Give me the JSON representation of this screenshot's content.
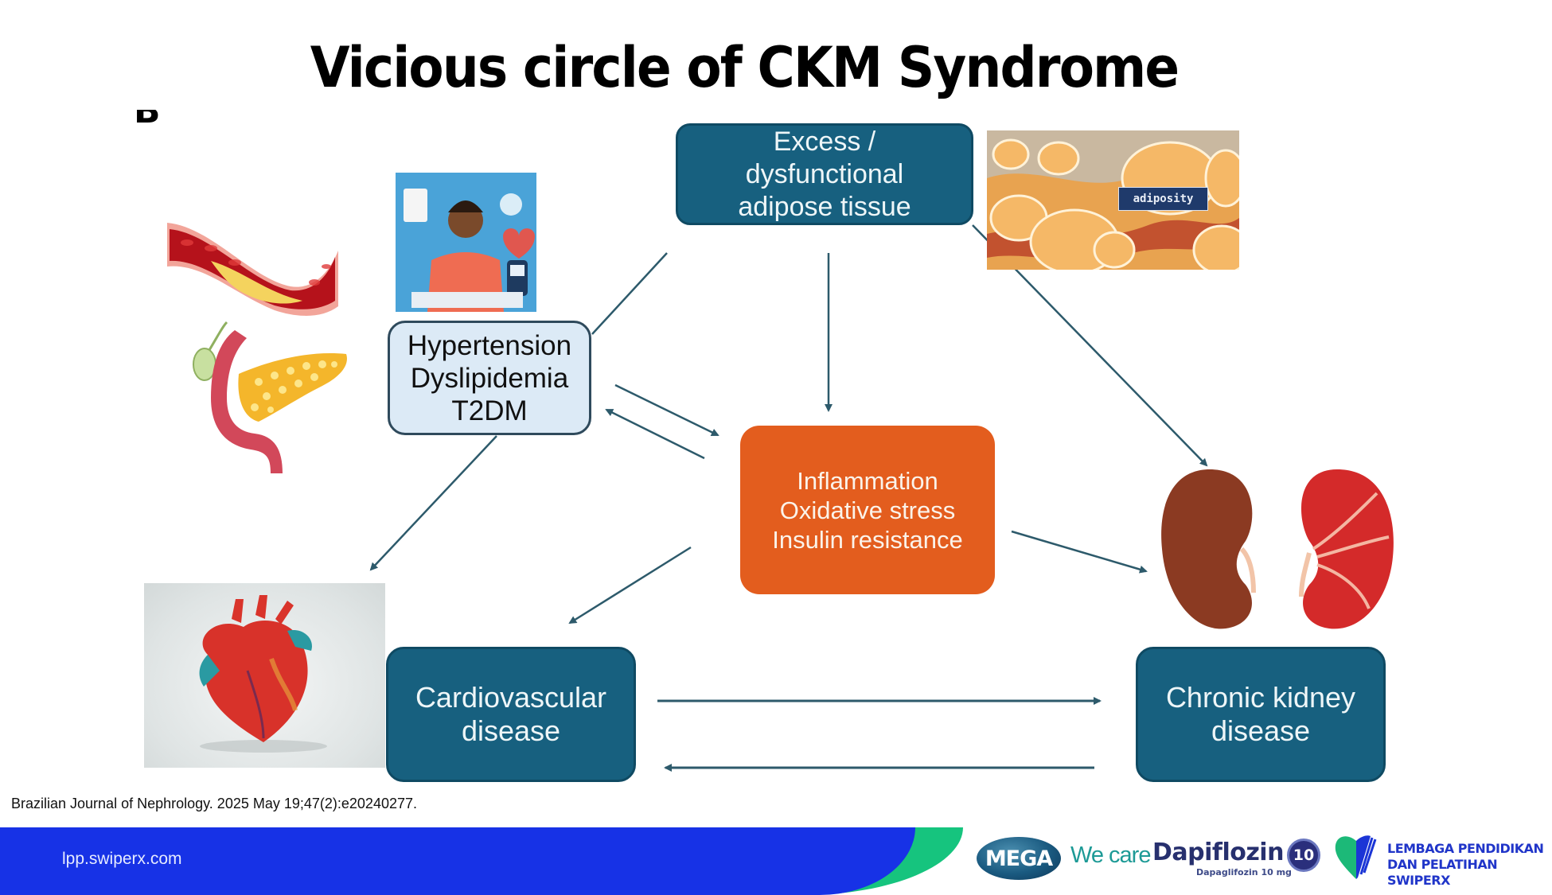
{
  "slide": {
    "title": "Vicious circle of CKM Syndrome",
    "figure_label": "B"
  },
  "diagram": {
    "nodes": {
      "adipose": {
        "lines": [
          "Excess /",
          "dysfunctional",
          "adipose tissue"
        ],
        "color": "#17607f"
      },
      "risk_factors": {
        "lines": [
          "Hypertension",
          "Dyslipidemia",
          "T2DM"
        ],
        "color": "#dceaf6"
      },
      "inflammation": {
        "lines": [
          "Inflammation",
          "Oxidative stress",
          "Insulin resistance"
        ],
        "color": "#e35d1e"
      },
      "cvd": {
        "lines": [
          "Cardiovascular",
          "disease"
        ],
        "color": "#17607f"
      },
      "ckd": {
        "lines": [
          "Chronic kidney",
          "disease"
        ],
        "color": "#17607f"
      }
    },
    "edges": [
      {
        "from": "adipose",
        "to": "risk_factors",
        "type": "line"
      },
      {
        "from": "adipose",
        "to": "inflammation",
        "type": "arrow"
      },
      {
        "from": "adipose",
        "to": "ckd",
        "type": "arrow"
      },
      {
        "from": "risk_factors",
        "to": "inflammation",
        "type": "arrow"
      },
      {
        "from": "inflammation",
        "to": "risk_factors",
        "type": "arrow"
      },
      {
        "from": "risk_factors",
        "to": "cvd",
        "type": "arrow"
      },
      {
        "from": "inflammation",
        "to": "cvd",
        "type": "arrow"
      },
      {
        "from": "inflammation",
        "to": "ckd",
        "type": "arrow"
      },
      {
        "from": "cvd",
        "to": "ckd",
        "type": "arrow"
      },
      {
        "from": "ckd",
        "to": "cvd",
        "type": "arrow"
      }
    ],
    "edge_color": "#2d5a6b",
    "illustrations": {
      "adipose_label": "adiposity",
      "items": [
        "blood-vessel-plaque",
        "pancreas",
        "patient-with-glucose-meter",
        "adipose-tissue",
        "heart",
        "kidneys"
      ]
    }
  },
  "citation": "Brazilian Journal of Nephrology. 2025 May 19;47(2):e20240277.",
  "footer": {
    "url": "lpp.swiperx.com",
    "bar_color": "#1732e6",
    "accent_color": "#16c47e",
    "brands": {
      "mega": "MEGA",
      "tagline": "We care",
      "product": "Dapiflozin",
      "product_sub": "Dapaglifozin 10 mg",
      "dose_badge": "10",
      "org_line1": "LEMBAGA PENDIDIKAN",
      "org_line2": "DAN PELATIHAN SWIPERX"
    }
  }
}
